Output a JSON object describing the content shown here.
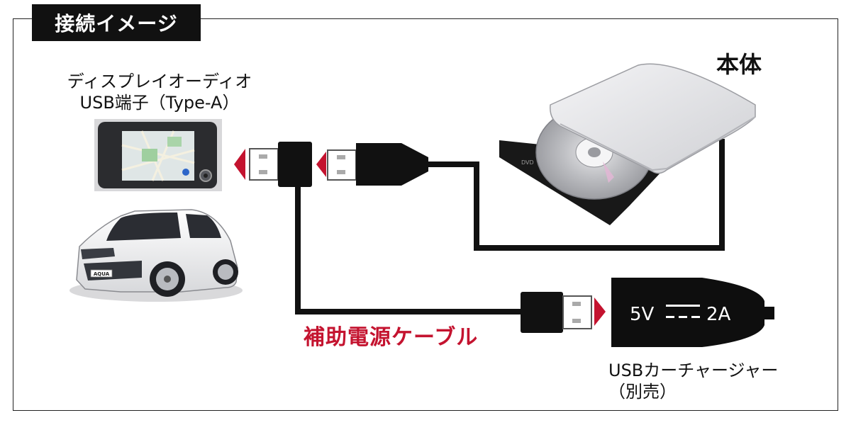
{
  "title": "接続イメージ",
  "display": {
    "line1": "ディスプレイオーディオ",
    "line2": "USB端子（Type-A）"
  },
  "main_unit": {
    "label": "本体"
  },
  "cable": {
    "label": "補助電源ケーブル"
  },
  "charger": {
    "voltage": "5V",
    "current": "2A",
    "line1": "USBカーチャージャー",
    "line2": "（別売）"
  },
  "car": {
    "badge": "AQUA"
  },
  "drive": {
    "badge": "DVD"
  },
  "colors": {
    "accent": "#c4132f",
    "cable": "#111111"
  }
}
